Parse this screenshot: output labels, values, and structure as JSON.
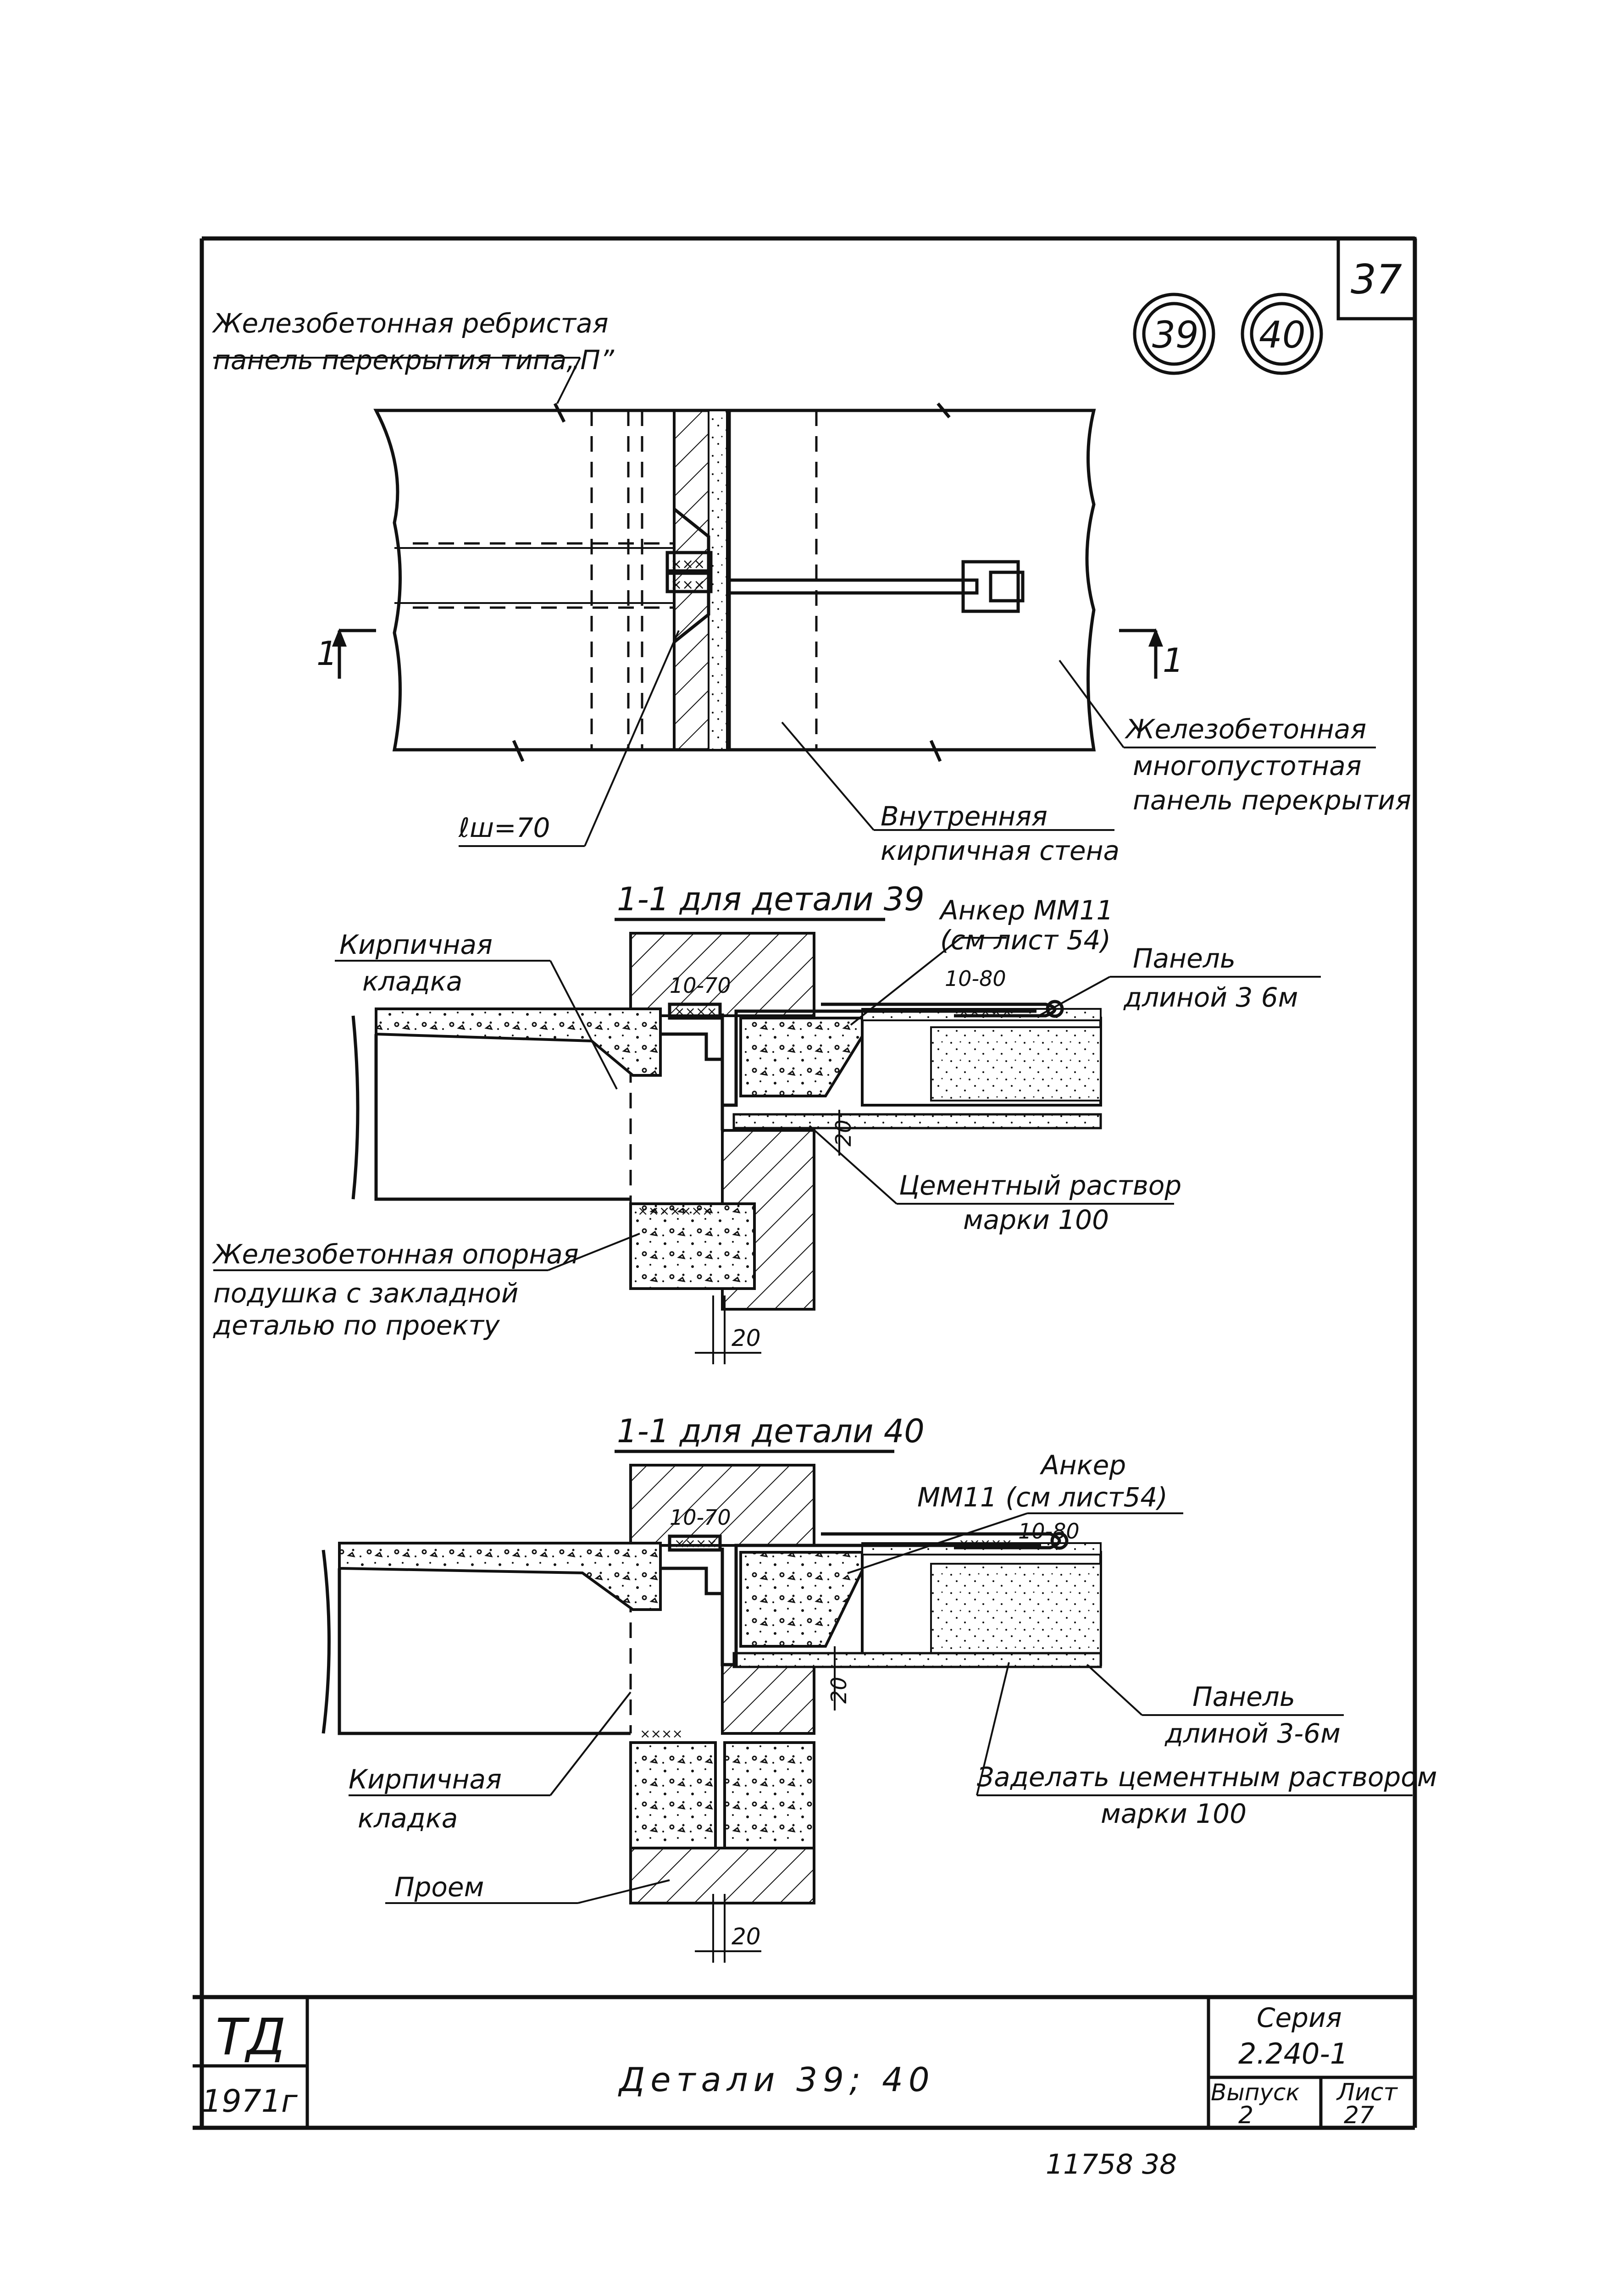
{
  "sheet": {
    "page_number": "37",
    "detail_refs": [
      "39",
      "40"
    ],
    "footer_number": "11758 38"
  },
  "plan": {
    "label_ribbed_panel_1": "Железобетонная ребристая",
    "label_ribbed_panel_2": "панель перекрытия типа„П”",
    "label_hollow_panel_1": "Железобетонная",
    "label_hollow_panel_2": "многопустотная",
    "label_hollow_panel_3": "панель перекрытия",
    "label_inner_wall_1": "Внутренняя",
    "label_inner_wall_2": "кирпичная стена",
    "dim_lw": "ℓш=70",
    "section_mark_left": "1",
    "section_mark_right": "1"
  },
  "section39": {
    "title": "1-1 для детали 39",
    "label_masonry_1": "Кирпичная",
    "label_masonry_2": "кладка",
    "label_anchor_1": "Анкер ММ11",
    "label_anchor_2": "(см лист 54)",
    "dim_10_70": "10-70",
    "dim_10_80": "10-80",
    "label_panel_1": "Панель",
    "label_panel_2": "длиной 3 6м",
    "dim_20_vert": "20",
    "label_mortar_1": "Цементный раствор",
    "label_mortar_2": "марки 100",
    "label_pad_1": "Железобетонная опорная",
    "label_pad_2": "подушка с закладной",
    "label_pad_3": "деталью по проекту",
    "dim_20_bottom": "20"
  },
  "section40": {
    "title": "1-1 для детали 40",
    "label_anchor_1": "Анкер",
    "label_anchor_2": "ММ11 (см лист54)",
    "dim_10_70": "10-70",
    "dim_10_80": "10-80",
    "dim_20_vert": "20",
    "label_panel_1": "Панель",
    "label_panel_2": "длиной 3-6м",
    "label_grout_1": "Заделать цементным раствором",
    "label_grout_2": "марки 100",
    "label_masonry_1": "Кирпичная",
    "label_masonry_2": "кладка",
    "label_opening": "Проем",
    "dim_20_bottom": "20"
  },
  "title_block": {
    "org": "ТД",
    "year": "1971г",
    "title": "Детали 39; 40",
    "series_label": "Серия",
    "series_value": "2.240-1",
    "issue_label": "Выпуск",
    "issue_value": "2",
    "sheet_label": "Лист",
    "sheet_value": "27"
  }
}
